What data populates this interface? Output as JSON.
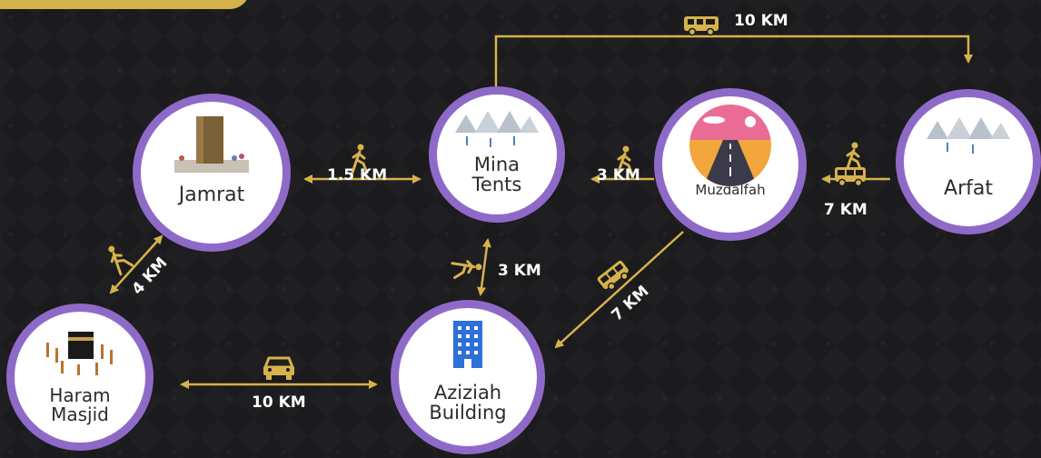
{
  "nodes": {
    "jamrat": "Jamrat",
    "mina_line1": "Mina",
    "mina_line2": "Tents",
    "muzdalfah": "Muzdalfah",
    "arfat": "Arfat",
    "haram_line1": "Haram",
    "haram_line2": "Masjid",
    "aziziah_line1": "Aziziah",
    "aziziah_line2": "Building"
  },
  "distances": {
    "mina_arfat_bus": "10 KM",
    "jamrat_mina_walk": "1.5 KM",
    "muzdalfah_mina_walk": "3 KM",
    "arfat_muzdalfah": "7 KM",
    "haram_jamrat_walk": "4 KM",
    "mina_aziziah_walk": "3 KM",
    "muzdalfah_aziziah_bus": "7 KM",
    "haram_aziziah_car": "10 KM"
  },
  "colors": {
    "accent_gold": "#d6b24c",
    "ring_purple": "#8e6ac8",
    "background": "#1b1a1d"
  },
  "icons": [
    "walking-icon",
    "bus-icon",
    "car-icon",
    "building-icon"
  ]
}
